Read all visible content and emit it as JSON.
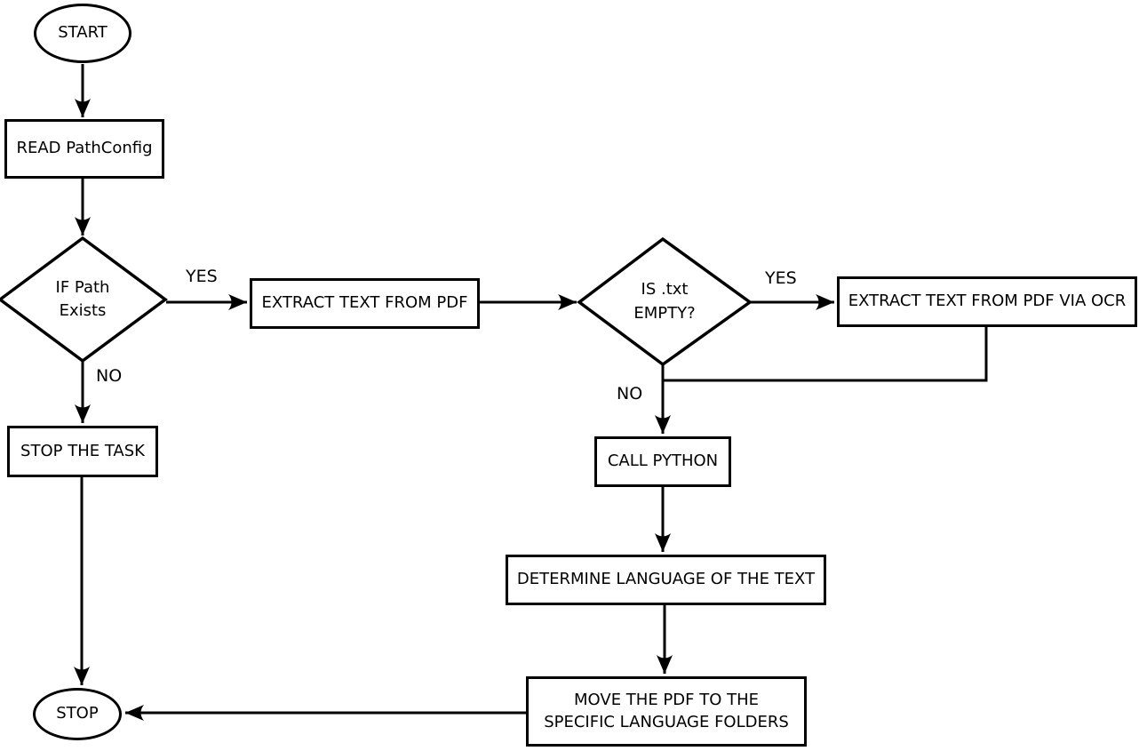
{
  "flowchart": {
    "colors": {
      "stroke": "#000000",
      "background": "#ffffff",
      "text": "#000000"
    },
    "nodes": {
      "start": {
        "label": "START",
        "type": "ellipse"
      },
      "read_pathconfig": {
        "label": "READ PathConfig",
        "type": "rect"
      },
      "if_path_exists": {
        "label": "IF Path\nExists",
        "type": "diamond"
      },
      "extract_text": {
        "label": "EXTRACT TEXT FROM PDF",
        "type": "rect"
      },
      "stop_the_task": {
        "label": "STOP THE TASK",
        "type": "rect"
      },
      "is_txt_empty": {
        "label": "IS .txt\nEMPTY?",
        "type": "diamond"
      },
      "extract_ocr": {
        "label": "EXTRACT TEXT FROM PDF VIA OCR",
        "type": "rect"
      },
      "call_python": {
        "label": "CALL PYTHON",
        "type": "rect"
      },
      "determine_language": {
        "label": "DETERMINE LANGUAGE OF THE TEXT",
        "type": "rect"
      },
      "move_pdf": {
        "label": "MOVE THE PDF TO THE\nSPECIFIC LANGUAGE FOLDERS",
        "type": "rect"
      },
      "stop": {
        "label": "STOP",
        "type": "ellipse"
      }
    },
    "edge_labels": {
      "path_exists_yes": "YES",
      "path_exists_no": "NO",
      "txt_empty_yes": "YES",
      "txt_empty_no": "NO"
    }
  }
}
